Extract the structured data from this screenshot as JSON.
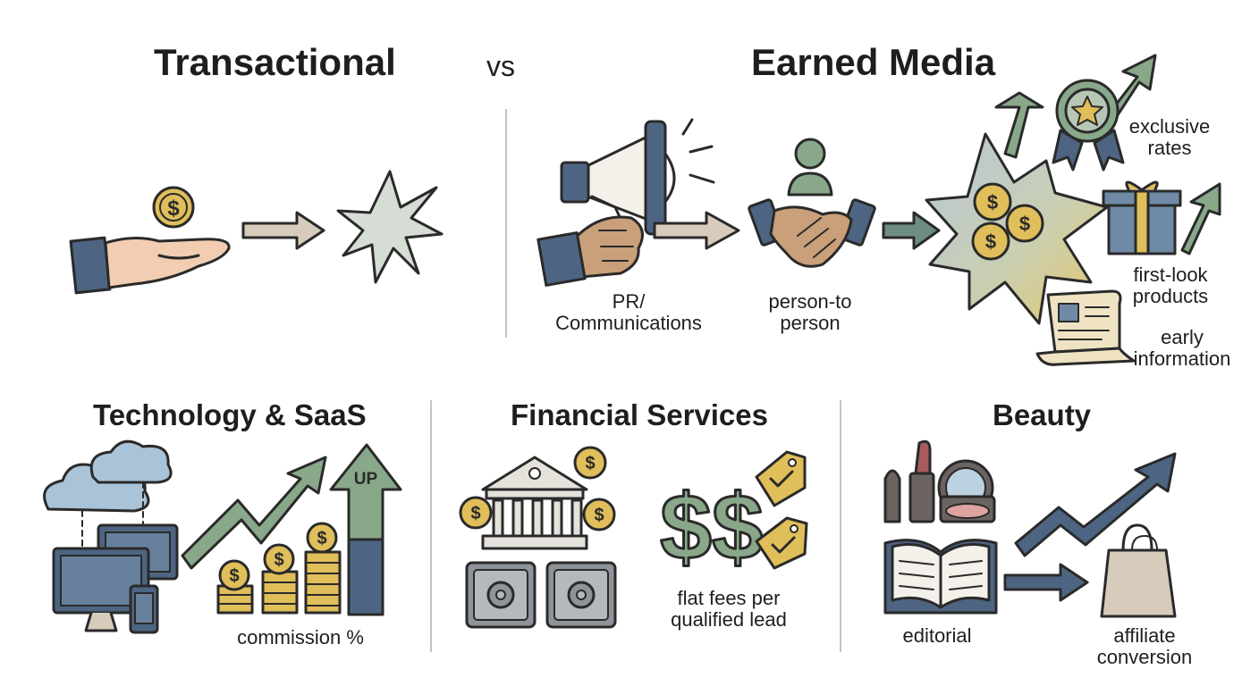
{
  "header": {
    "left_title": "Transactional",
    "vs": "vs",
    "right_title": "Earned Media"
  },
  "earned": {
    "pr_label": [
      "PR/",
      "Communications"
    ],
    "person_label": [
      "person-to",
      "person"
    ],
    "perks": {
      "exclusive": [
        "exclusive",
        "rates"
      ],
      "first_look": [
        "first-look",
        "products"
      ],
      "early": [
        "early",
        "information"
      ]
    }
  },
  "sections": {
    "tech": {
      "title": "Technology & SaaS",
      "commission": "commission %",
      "up": "UP"
    },
    "finance": {
      "title": "Financial Services",
      "fees": [
        "flat fees per",
        "qualified lead"
      ]
    },
    "beauty": {
      "title": "Beauty",
      "editorial": "editorial",
      "affiliate": [
        "affiliate",
        "conversion"
      ]
    }
  },
  "colors": {
    "navy": "#4d6582",
    "sage": "#89a88a",
    "gold": "#e0be5a",
    "tan": "#d7ccbb",
    "outline": "#2a2a2a"
  }
}
